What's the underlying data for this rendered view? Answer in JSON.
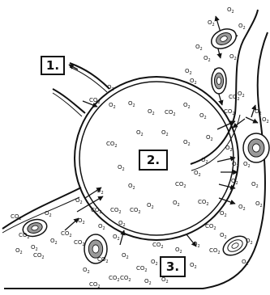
{
  "labels": {
    "one": "1.",
    "two": "2.",
    "three": "3."
  },
  "gases": {
    "o2": "O2",
    "co2": "CO2"
  },
  "colors": {
    "stroke": "#111111",
    "background": "#ffffff",
    "cell_fill": "#9a9a9a"
  }
}
